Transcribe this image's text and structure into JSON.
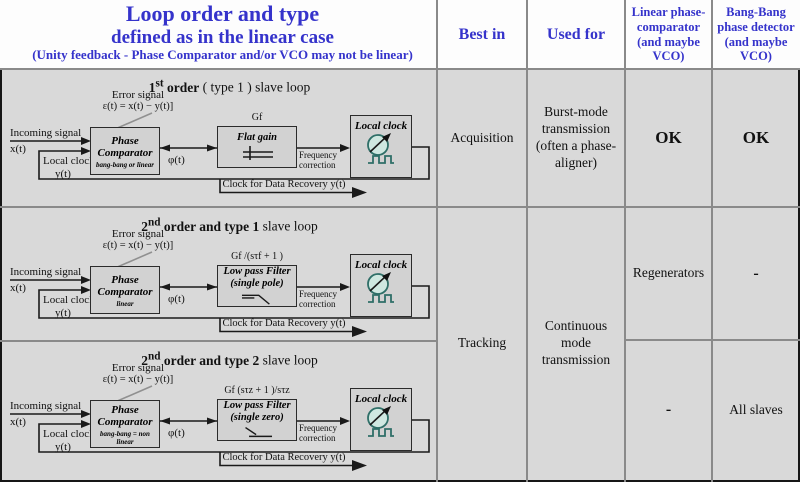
{
  "colors": {
    "accent": "#3533cb",
    "teal": "#2f6f68",
    "tealfill": "#cfe8e1"
  },
  "header": {
    "title_line1": "Loop order and type",
    "title_line2": "defined as in the linear case",
    "title_line3": "(Unity feedback  - Phase Comparator and/or VCO may not be linear)",
    "col_best_in": "Best in",
    "col_used_for": "Used for",
    "col_linear": "Linear phase-comparator (and maybe VCO)",
    "col_bangbang": "Bang-Bang phase detector (and maybe VCO)"
  },
  "cells": {
    "best_in_row1": "Acquisition",
    "best_in_rows23": "Tracking",
    "used_for_row1": "Burst-mode transmission (often a phase-aligner)",
    "used_for_rows23": "Continuous mode transmission",
    "linear_row1": "OK",
    "linear_row2": "Regenerators",
    "linear_row3": "-",
    "bangbang_row1": "OK",
    "bangbang_row2": "-",
    "bangbang_row3": "All slaves"
  },
  "diagrams": [
    {
      "title_num": "1",
      "title_sup": "st",
      "title_bold": " order",
      "title_rest": " ( type 1 ) slave loop",
      "error_label": "Error signal",
      "error_formula": "ε(t) = x(t) − y(t)]",
      "incoming_label": "Incoming signal",
      "incoming_var": "x(t)",
      "feedback_label": "Local clock",
      "feedback_var": "y(t)",
      "comparator_line1": "Phase",
      "comparator_line2": "Comparator",
      "comparator_note": "bang-bang or linear",
      "phi": "φ(t)",
      "filter_formula": "Gf",
      "filter_name": "Flat gain",
      "filter_name2": "",
      "freq_label": "Frequency correction",
      "clock_label": "Local clock",
      "recovery_label": "Clock for Data Recovery y(t)"
    },
    {
      "title_num": "2",
      "title_sup": "nd",
      "title_bold": " order and type 1",
      "title_rest": "  slave loop",
      "error_label": "Error signal",
      "error_formula": "ε(t) = x(t) − y(t)]",
      "incoming_label": "Incoming signal",
      "incoming_var": "x(t)",
      "feedback_label": "Local clock",
      "feedback_var": "y(t)",
      "comparator_line1": "Phase",
      "comparator_line2": "Comparator",
      "comparator_note": "linear",
      "phi": "φ(t)",
      "filter_formula": "Gf /(sτf + 1 )",
      "filter_name": "Low pass Filter",
      "filter_name2": "(single pole)",
      "freq_label": "Frequency correction",
      "clock_label": "Local clock",
      "recovery_label": "Clock for Data Recovery y(t)"
    },
    {
      "title_num": "2",
      "title_sup": "nd",
      "title_bold": " order and type 2",
      "title_rest": "  slave loop",
      "error_label": "Error signal",
      "error_formula": "ε(t) = x(t) − y(t)]",
      "incoming_label": "Incoming signal",
      "incoming_var": "x(t)",
      "feedback_label": "Local clock",
      "feedback_var": "y(t)",
      "comparator_line1": "Phase",
      "comparator_line2": "Comparator",
      "comparator_note": "bang-bang = non linear",
      "phi": "φ(t)",
      "filter_formula": "Gf (sτz + 1 )/sτz",
      "filter_name": "Low pass Filter",
      "filter_name2": "(single zero)",
      "freq_label": "Frequency correction",
      "clock_label": "Local clock",
      "recovery_label": "Clock for Data Recovery y(t)"
    }
  ]
}
